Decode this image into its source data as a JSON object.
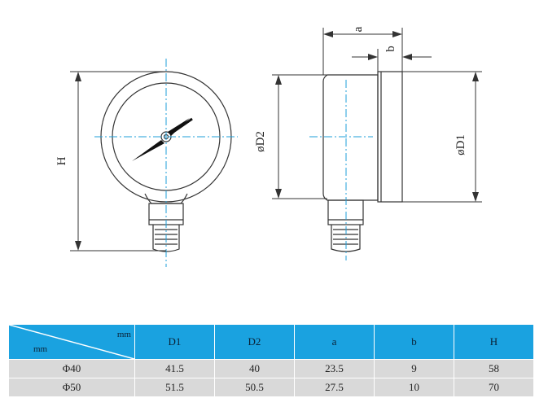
{
  "drawing": {
    "labels": {
      "height": "H",
      "d2": "øD2",
      "d1": "øD1",
      "a": "a",
      "b": "b"
    },
    "colors": {
      "line": "#333333",
      "centerline": "#1f9fd8"
    }
  },
  "table": {
    "corner_top": "mm",
    "corner_bottom": "mm",
    "headers": [
      "D1",
      "D2",
      "a",
      "b",
      "H"
    ],
    "rows": [
      {
        "label": "Φ40",
        "values": [
          "41.5",
          "40",
          "23.5",
          "9",
          "58"
        ]
      },
      {
        "label": "Φ50",
        "values": [
          "51.5",
          "50.5",
          "27.5",
          "10",
          "70"
        ]
      }
    ],
    "header_color": "#1aa2e0",
    "row_color": "#d9d9d9"
  }
}
